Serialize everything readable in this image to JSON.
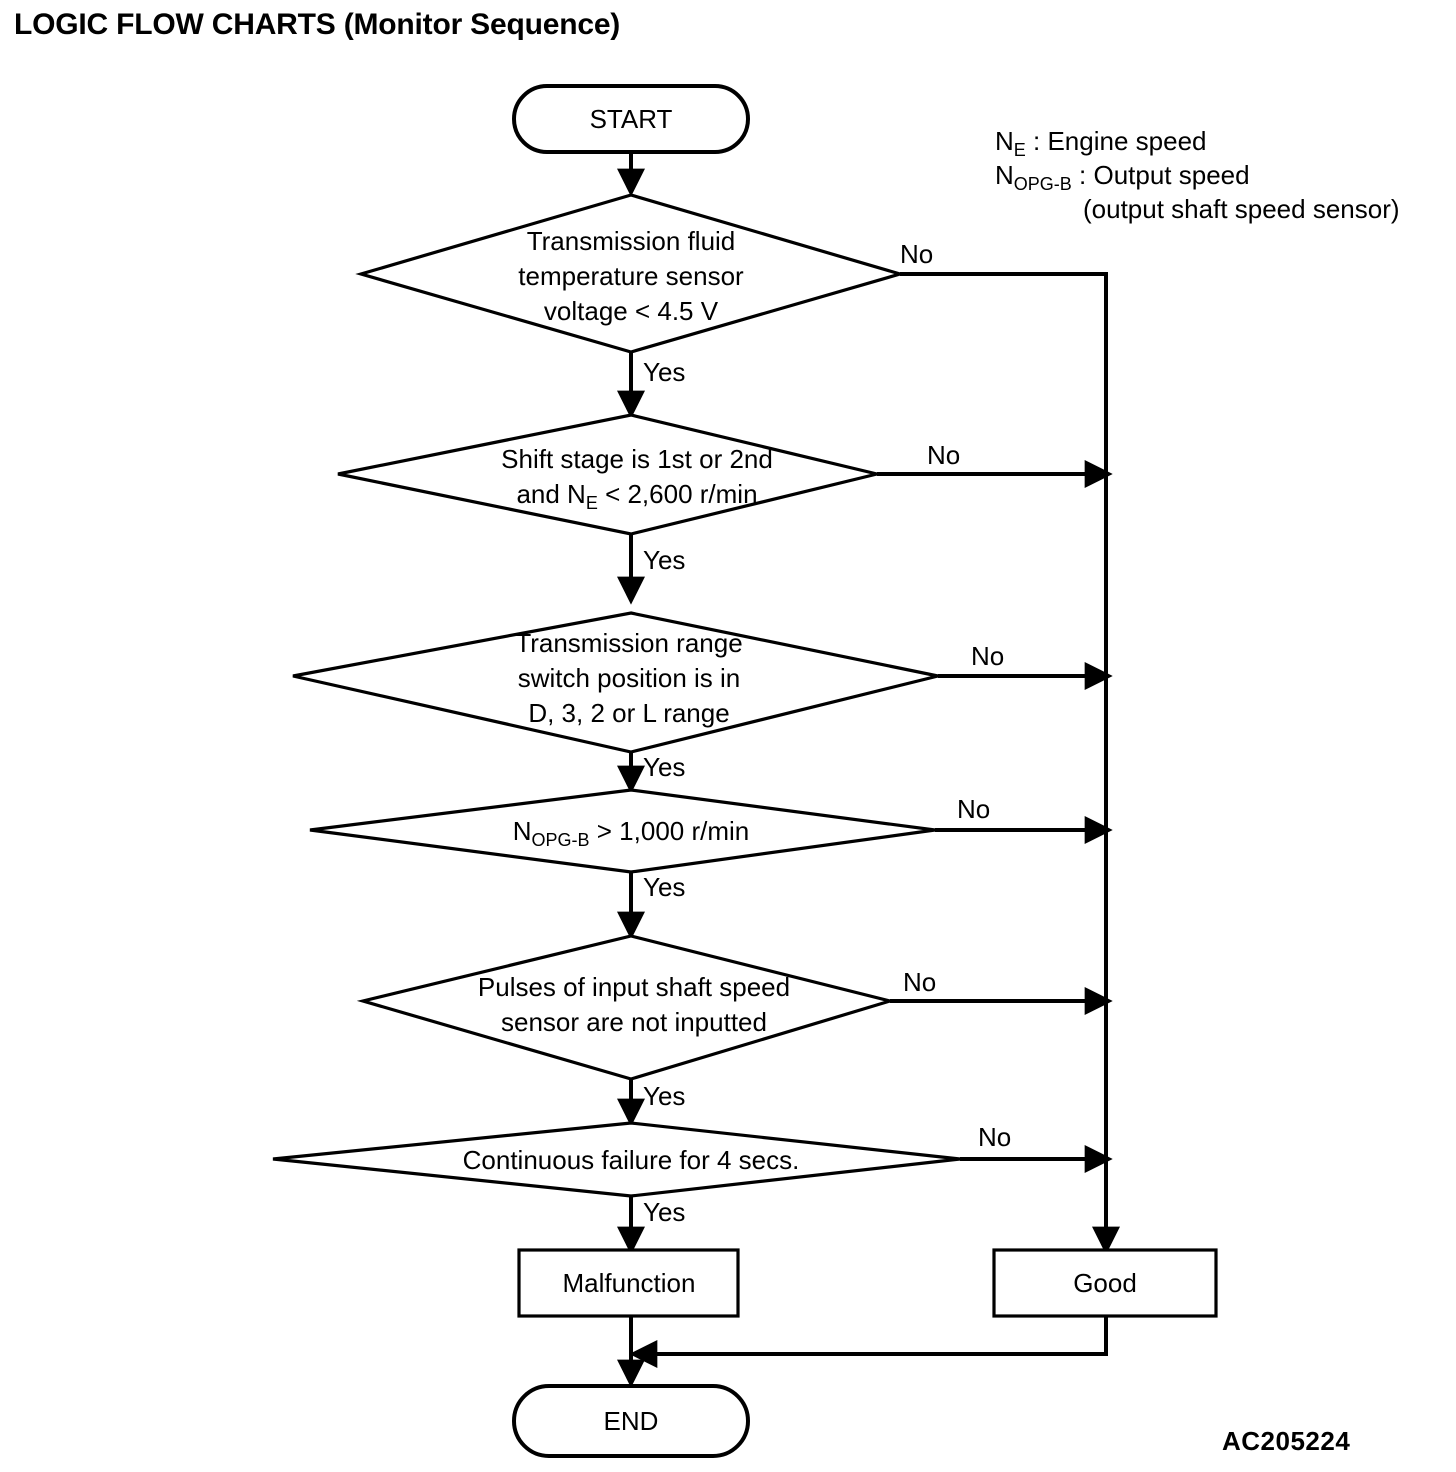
{
  "page": {
    "title": "LOGIC FLOW CHARTS (Monitor Sequence)",
    "figure_code": "AC205224"
  },
  "legend": {
    "line1_symbol": "N",
    "line1_sub": "E",
    "line1_text": " : Engine speed",
    "line2_symbol": "N",
    "line2_sub": "OPG-B",
    "line2_text": " : Output speed",
    "line3_text": "(output shaft speed sensor)"
  },
  "chart_data": {
    "type": "flowchart",
    "title": "LOGIC FLOW CHARTS (Monitor Sequence)",
    "nodes": [
      {
        "id": "start",
        "shape": "terminator",
        "label": "START"
      },
      {
        "id": "d1",
        "shape": "decision",
        "lines": [
          "Transmission fluid",
          "temperature sensor",
          "voltage < 4.5 V"
        ]
      },
      {
        "id": "d2",
        "shape": "decision",
        "lines": [
          "Shift stage is 1st or 2nd",
          "and N|E| < 2,600 r/min"
        ]
      },
      {
        "id": "d3",
        "shape": "decision",
        "lines": [
          "Transmission range",
          "switch position is in",
          "D, 3, 2 or L range"
        ]
      },
      {
        "id": "d4",
        "shape": "decision",
        "lines": [
          "N|OPG-B| > 1,000 r/min"
        ]
      },
      {
        "id": "d5",
        "shape": "decision",
        "lines": [
          "Pulses of input shaft speed",
          "sensor are not inputted"
        ]
      },
      {
        "id": "d6",
        "shape": "decision",
        "lines": [
          "Continuous failure for 4 secs."
        ]
      },
      {
        "id": "malfunction",
        "shape": "process",
        "label": "Malfunction"
      },
      {
        "id": "good",
        "shape": "process",
        "label": "Good"
      },
      {
        "id": "end",
        "shape": "terminator",
        "label": "END"
      }
    ],
    "edges": [
      {
        "from": "start",
        "to": "d1",
        "label": ""
      },
      {
        "from": "d1",
        "to": "d2",
        "label": "Yes"
      },
      {
        "from": "d1",
        "to": "good",
        "label": "No"
      },
      {
        "from": "d2",
        "to": "d3",
        "label": "Yes"
      },
      {
        "from": "d2",
        "to": "good",
        "label": "No"
      },
      {
        "from": "d3",
        "to": "d4",
        "label": "Yes"
      },
      {
        "from": "d3",
        "to": "good",
        "label": "No"
      },
      {
        "from": "d4",
        "to": "d5",
        "label": "Yes"
      },
      {
        "from": "d4",
        "to": "good",
        "label": "No"
      },
      {
        "from": "d5",
        "to": "d6",
        "label": "Yes"
      },
      {
        "from": "d5",
        "to": "good",
        "label": "No"
      },
      {
        "from": "d6",
        "to": "malfunction",
        "label": "Yes"
      },
      {
        "from": "d6",
        "to": "good",
        "label": "No"
      },
      {
        "from": "malfunction",
        "to": "end",
        "label": ""
      },
      {
        "from": "good",
        "to": "end",
        "label": ""
      }
    ]
  },
  "nodes": {
    "start": {
      "label": "START"
    },
    "d1": {
      "line1": "Transmission fluid",
      "line2": "temperature sensor",
      "line3": "voltage < 4.5 V"
    },
    "d2": {
      "line1": "Shift stage is 1st or 2nd",
      "line2_pre": "and N",
      "line2_sub": "E",
      "line2_post": " < 2,600 r/min"
    },
    "d3": {
      "line1": "Transmission range",
      "line2": "switch position is in",
      "line3": "D, 3, 2 or L range"
    },
    "d4": {
      "pre": "N",
      "sub": "OPG-B",
      "post": " > 1,000 r/min"
    },
    "d5": {
      "line1": "Pulses of input shaft speed",
      "line2": "sensor are not inputted"
    },
    "d6": {
      "line1": "Continuous failure for 4 secs."
    },
    "malfunction": {
      "label": "Malfunction"
    },
    "good": {
      "label": "Good"
    },
    "end": {
      "label": "END"
    }
  },
  "labels": {
    "yes1": "Yes",
    "no1": "No",
    "yes2": "Yes",
    "no2": "No",
    "yes3": "Yes",
    "no3": "No",
    "yes4": "Yes",
    "no4": "No",
    "yes5": "Yes",
    "no5": "No",
    "yes6": "Yes",
    "no6": "No"
  }
}
